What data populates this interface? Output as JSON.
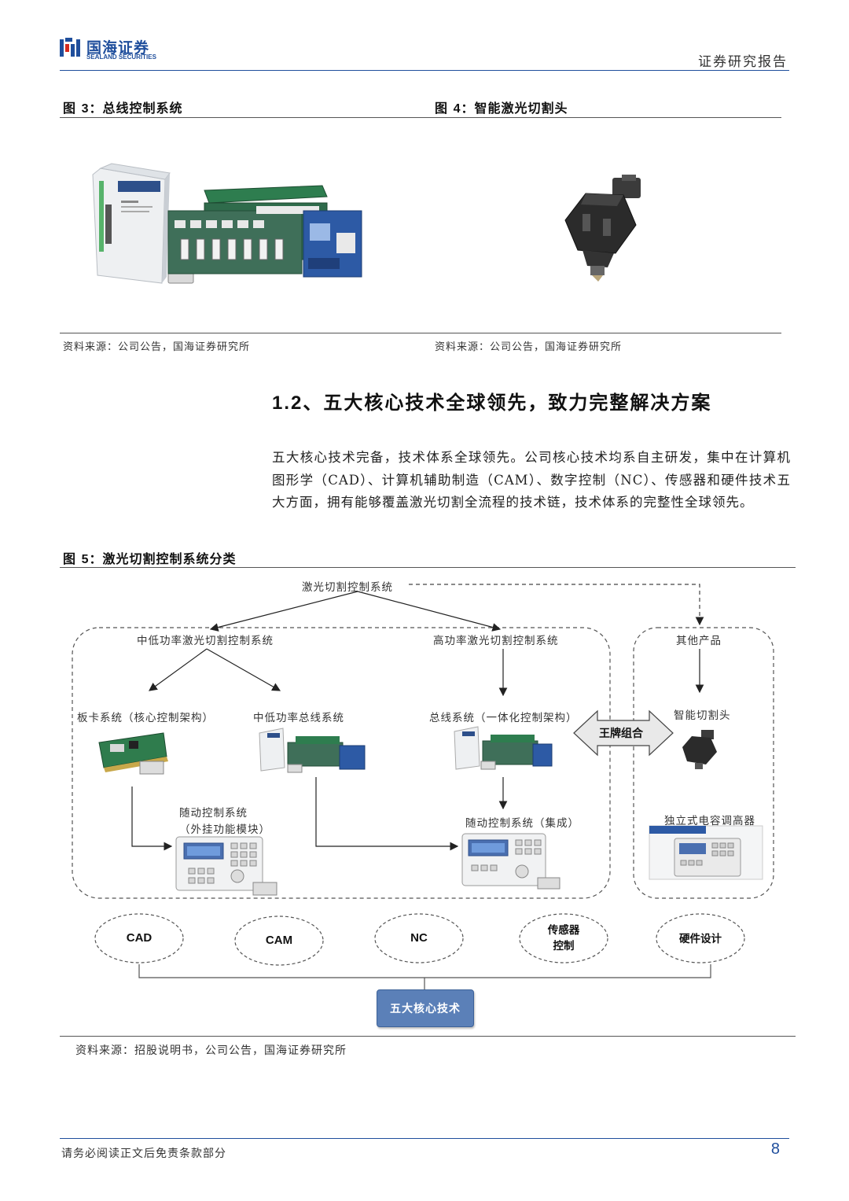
{
  "header": {
    "logo_cn": "国海证券",
    "logo_en": "SEALAND SECURITIES",
    "doc_type": "证券研究报告"
  },
  "fig3": {
    "prefix": "图 ",
    "num": "3",
    "title": "：总线控制系统",
    "source": "资料来源：公司公告，国海证券研究所"
  },
  "fig4": {
    "prefix": "图 ",
    "num": "4",
    "title": "：智能激光切割头",
    "source": "资料来源：公司公告，国海证券研究所"
  },
  "section": {
    "num": "1.2",
    "title": "、五大核心技术全球领先，致力完整解决方案"
  },
  "paragraph": "五大核心技术完备，技术体系全球领先。公司核心技术均系自主研发，集中在计算机图形学（CAD）、计算机辅助制造（CAM）、数字控制（NC）、传感器和硬件技术五大方面，拥有能够覆盖激光切割全流程的技术链，技术体系的完整性全球领先。",
  "fig5": {
    "prefix": "图 ",
    "num": "5",
    "title": "：激光切割控制系统分类",
    "source": "资料来源：招股说明书，公司公告，国海证券研究所"
  },
  "diagram": {
    "root": "激光切割控制系统",
    "low_mid_power": "中低功率激光切割控制系统",
    "high_power": "高功率激光切割控制系统",
    "other_products": "其他产品",
    "board_system": "板卡系统（核心控制架构）",
    "low_mid_bus": "中低功率总线系统",
    "bus_system": "总线系统（一体化控制架构）",
    "smart_head": "智能切割头",
    "follow_module_1": "随动控制系统",
    "follow_module_2": "（外挂功能模块）",
    "follow_integrated": "随动控制系统（集成）",
    "capacitive_height": "独立式电容调高器",
    "ace_combo": "王牌组合",
    "tech": [
      "CAD",
      "CAM",
      "NC",
      "传感器控制",
      "硬件设计"
    ],
    "sensor_line1": "传感器",
    "sensor_line2": "控制",
    "core_tech": "五大核心技术"
  },
  "footer": {
    "disclaimer": "请务必阅读正文后免责条款部分",
    "page": "8"
  }
}
